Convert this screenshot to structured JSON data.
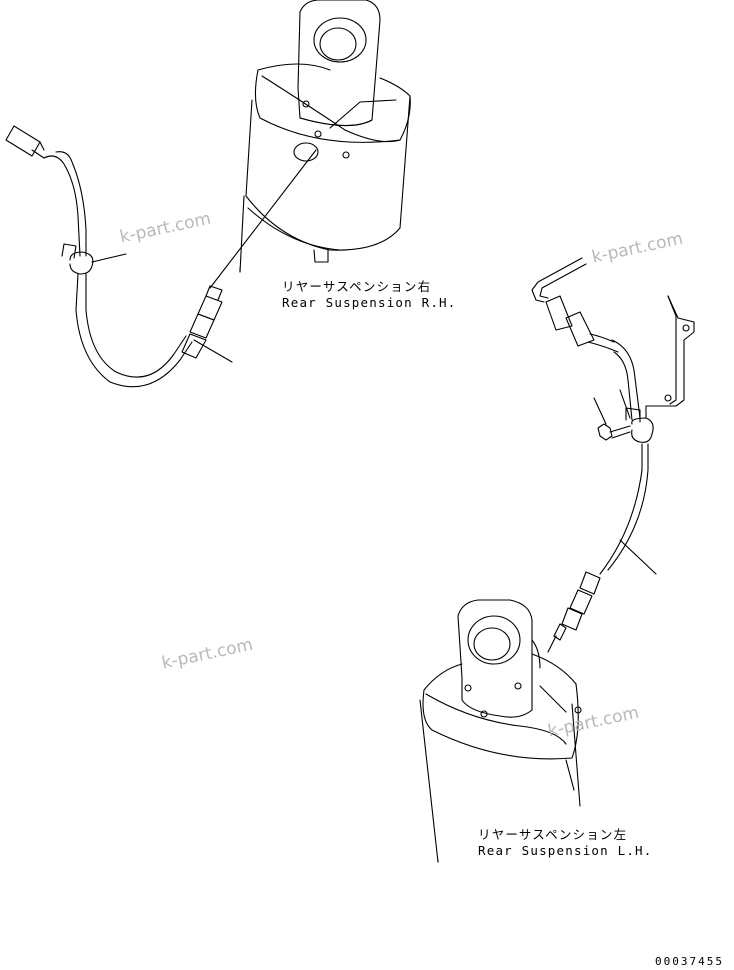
{
  "labels": {
    "rh_jp": "リヤーサスペンション右",
    "rh_en": "Rear Suspension R.H.",
    "lh_jp": "リヤーサスペンション左",
    "lh_en": "Rear Suspension L.H."
  },
  "watermarks": [
    "k-part.com",
    "k-part.com",
    "k-part.com",
    "k-part.com"
  ],
  "drawing_number": "00037455"
}
